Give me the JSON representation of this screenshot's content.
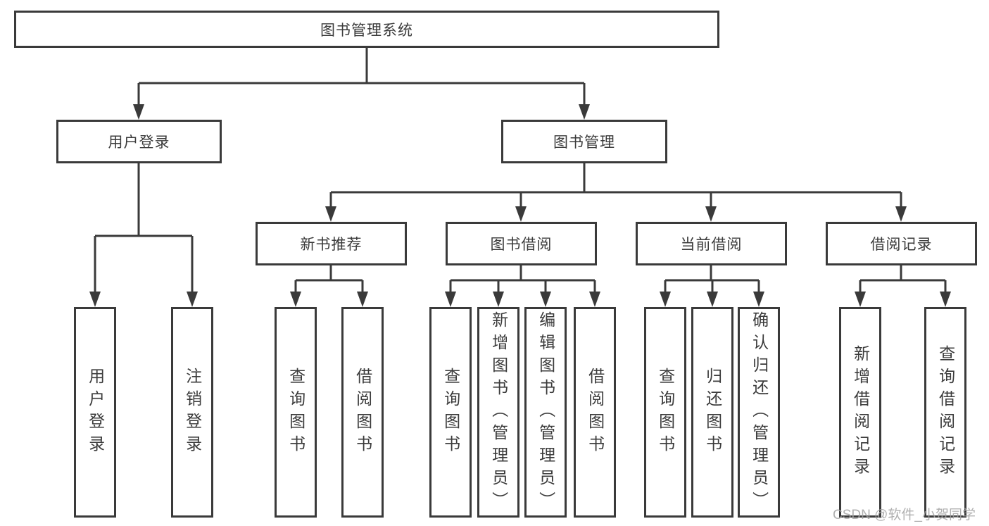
{
  "colors": {
    "line": "#3a3a3a",
    "text": "#3b3b3b",
    "box_background": "#ffffff",
    "page_background": "#ffffff",
    "watermark": "#a3a3a3"
  },
  "diagram": {
    "root": {
      "label": "图书管理系统"
    },
    "branches": [
      {
        "label": "用户登录",
        "children": [
          {
            "label": "用户登录"
          },
          {
            "label": "注销登录"
          }
        ]
      },
      {
        "label": "图书管理",
        "children": [
          {
            "label": "新书推荐",
            "children": [
              {
                "label": "查询图书"
              },
              {
                "label": "借阅图书"
              }
            ]
          },
          {
            "label": "图书借阅",
            "children": [
              {
                "label": "查询图书"
              },
              {
                "label": "新增图书（管理员）"
              },
              {
                "label": "编辑图书（管理员）"
              },
              {
                "label": "借阅图书"
              }
            ]
          },
          {
            "label": "当前借阅",
            "children": [
              {
                "label": "查询图书"
              },
              {
                "label": "归还图书"
              },
              {
                "label": "确认归还（管理员）"
              }
            ]
          },
          {
            "label": "借阅记录",
            "children": [
              {
                "label": "新增借阅记录"
              },
              {
                "label": "查询借阅记录"
              }
            ]
          }
        ]
      }
    ]
  },
  "watermark": {
    "text": "CSDN @软件_小贺同学"
  }
}
